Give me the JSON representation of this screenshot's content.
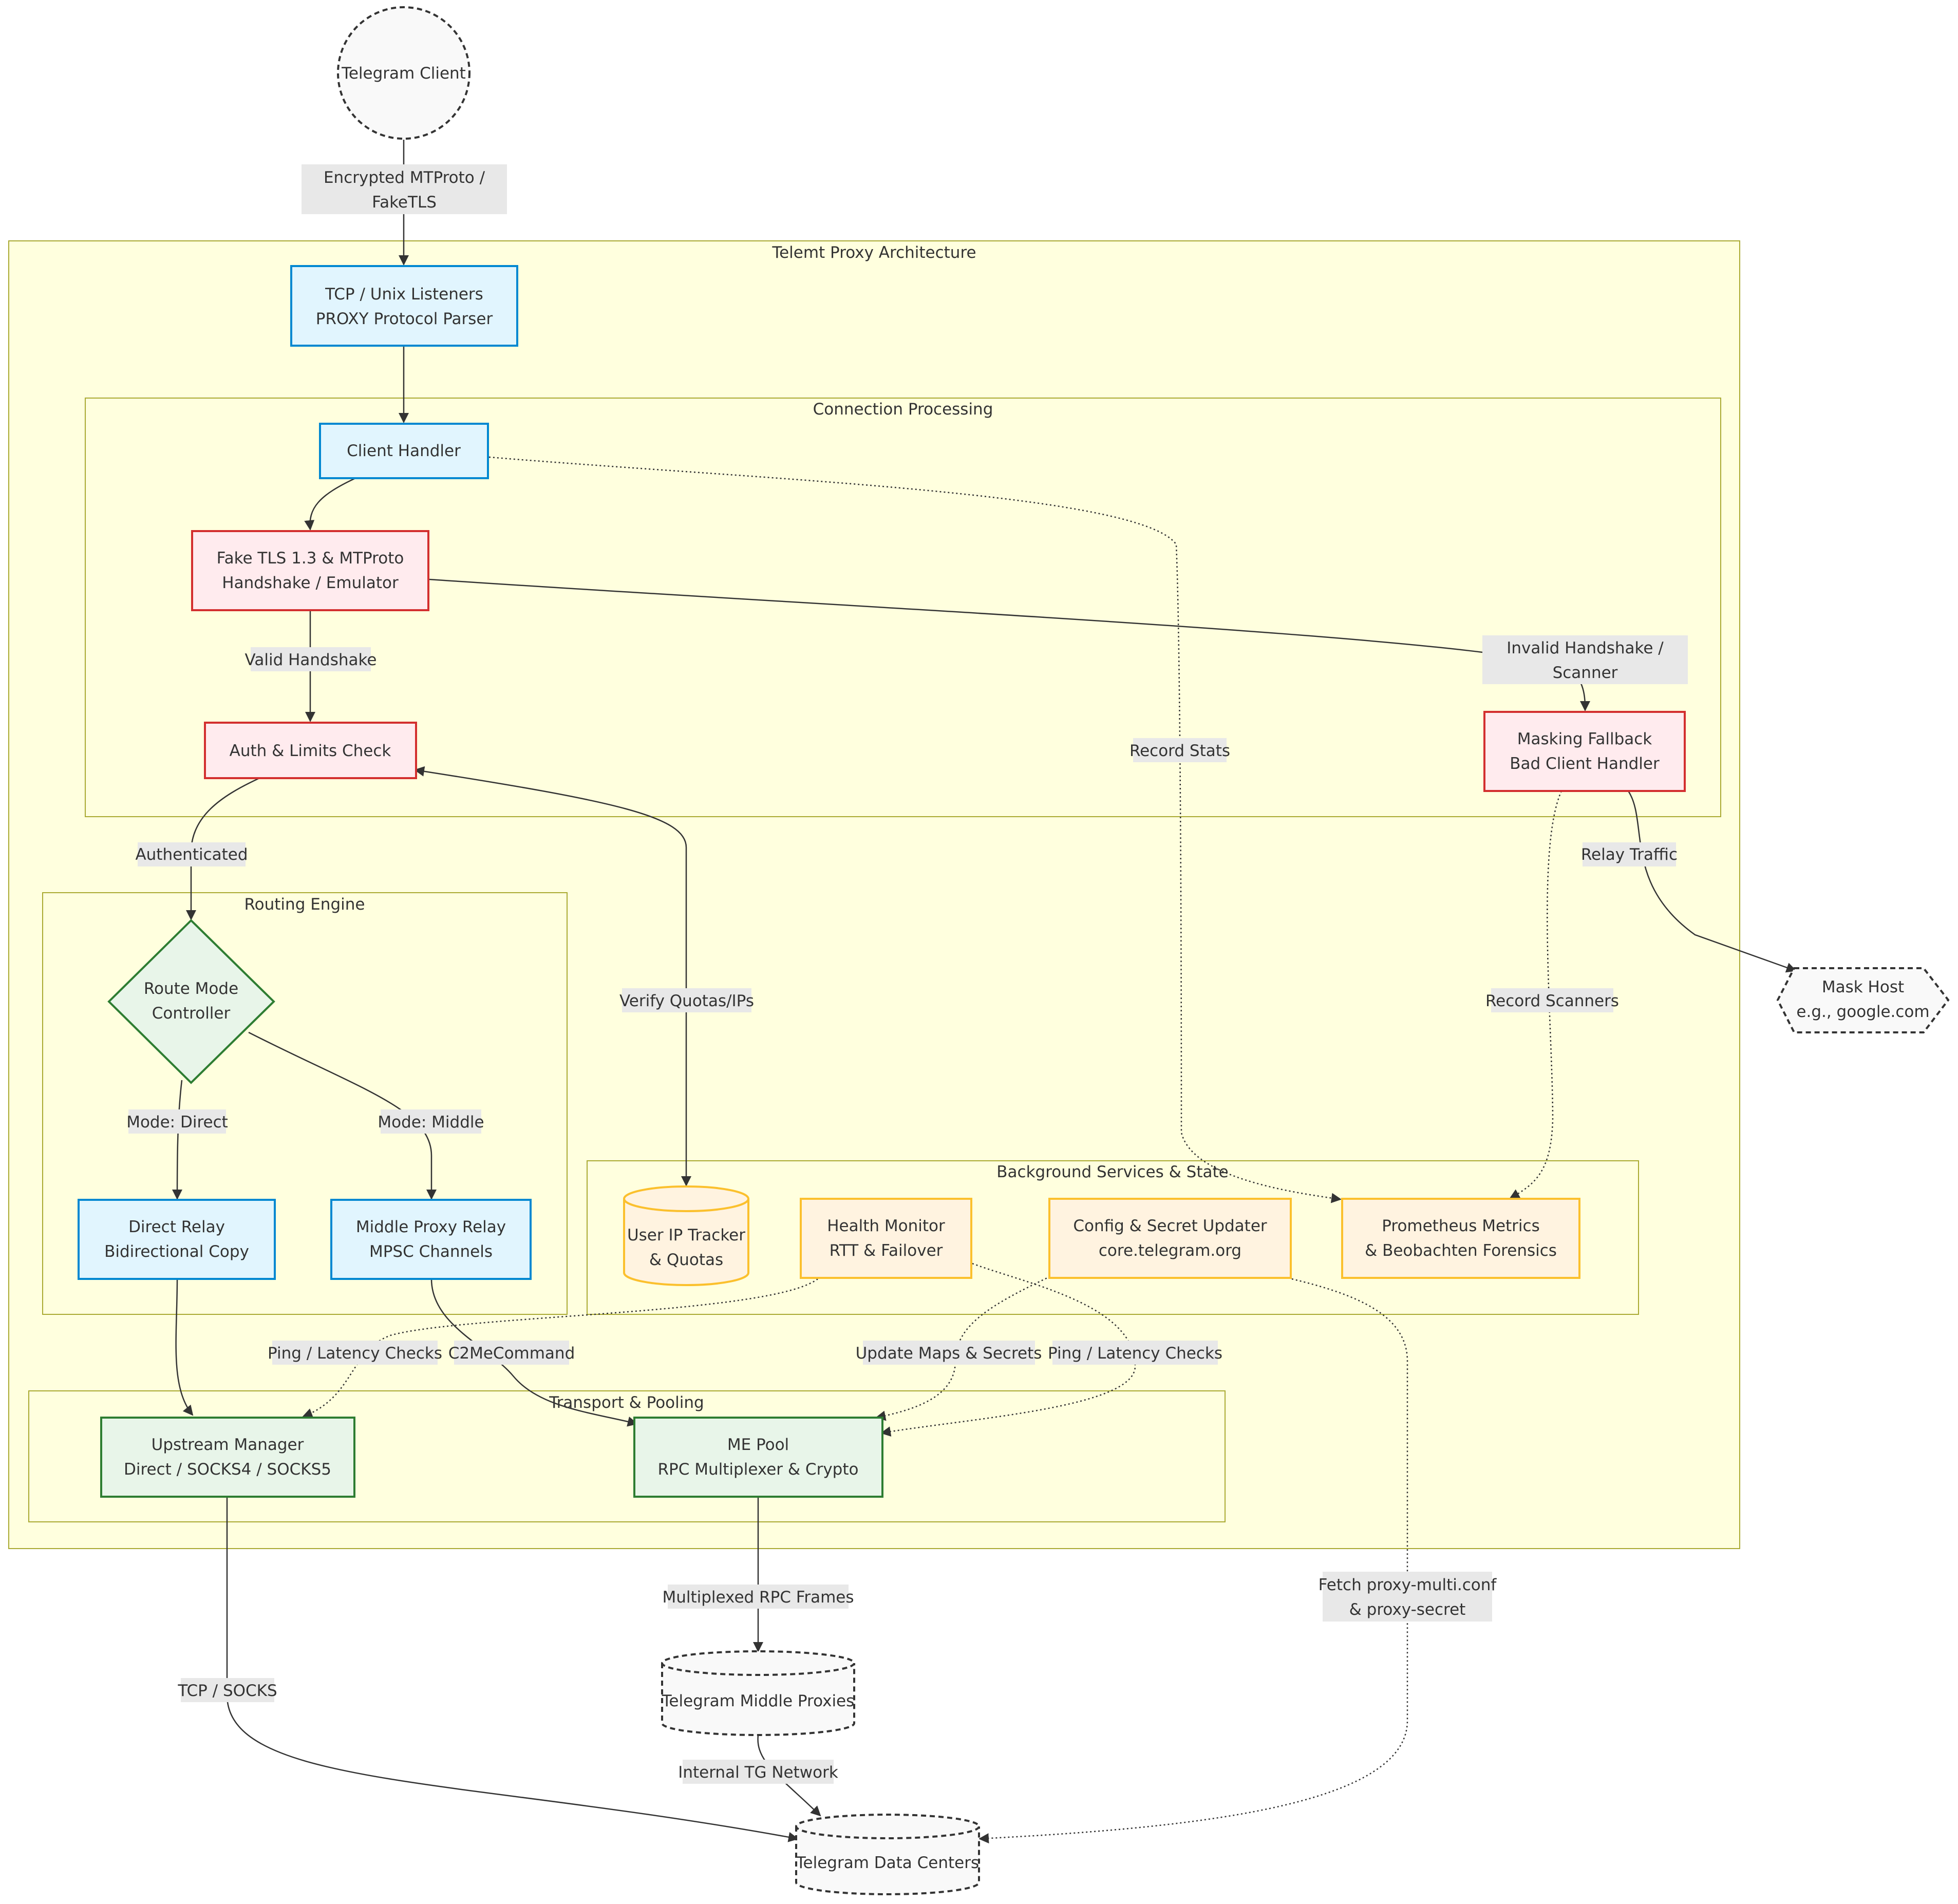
{
  "clusters": {
    "architecture": "Telemt Proxy Architecture",
    "connection": "Connection Processing",
    "routing": "Routing Engine",
    "background": "Background Services & State",
    "transport": "Transport & Pooling"
  },
  "nodes": {
    "telegram_client": [
      "Telegram Client"
    ],
    "listeners": [
      "TCP / Unix Listeners",
      "PROXY Protocol Parser"
    ],
    "client_handler": [
      "Client Handler"
    ],
    "fake_tls": [
      "Fake TLS 1.3 & MTProto",
      "Handshake / Emulator"
    ],
    "auth": [
      "Auth & Limits Check"
    ],
    "masking": [
      "Masking Fallback",
      "Bad Client Handler"
    ],
    "route_mode": [
      "Route Mode",
      "Controller"
    ],
    "direct_relay": [
      "Direct Relay",
      "Bidirectional Copy"
    ],
    "middle_relay": [
      "Middle Proxy Relay",
      "MPSC Channels"
    ],
    "ip_tracker": [
      "User IP Tracker",
      "& Quotas"
    ],
    "health": [
      "Health Monitor",
      "RTT & Failover"
    ],
    "config": [
      "Config & Secret Updater",
      "core.telegram.org"
    ],
    "prometheus": [
      "Prometheus Metrics",
      "& Beobachten Forensics"
    ],
    "upstream": [
      "Upstream Manager",
      "Direct / SOCKS4 / SOCKS5"
    ],
    "me_pool": [
      "ME Pool",
      "RPC Multiplexer & Crypto"
    ],
    "mask_host": [
      "Mask Host",
      "e.g., google.com"
    ],
    "middle_proxies": [
      "Telegram Middle Proxies"
    ],
    "data_centers": [
      "Telegram Data Centers"
    ]
  },
  "edges": {
    "encrypted": [
      "Encrypted MTProto /",
      "FakeTLS"
    ],
    "valid": [
      "Valid Handshake"
    ],
    "invalid": [
      "Invalid Handshake /",
      "Scanner"
    ],
    "record_stats": [
      "Record Stats"
    ],
    "authenticated": [
      "Authenticated"
    ],
    "verify": [
      "Verify Quotas/IPs"
    ],
    "relay_traffic": [
      "Relay Traffic"
    ],
    "record_scanners": [
      "Record Scanners"
    ],
    "mode_direct": [
      "Mode: Direct"
    ],
    "mode_middle": [
      "Mode: Middle"
    ],
    "ping_upstream": [
      "Ping / Latency Checks"
    ],
    "c2me": [
      "C2MeCommand"
    ],
    "update_maps": [
      "Update Maps & Secrets"
    ],
    "ping_me": [
      "Ping / Latency Checks"
    ],
    "multiplexed": [
      "Multiplexed RPC Frames"
    ],
    "fetch": [
      "Fetch proxy-multi.conf",
      "& proxy-secret"
    ],
    "tcp_socks": [
      "TCP / SOCKS"
    ],
    "internal": [
      "Internal TG Network"
    ]
  },
  "colors": {
    "cluster_fill": "#ffffde",
    "cluster_stroke": "#aaaa33",
    "blue_fill": "#e1f5fe",
    "blue_stroke": "#0288d1",
    "red_fill": "#ffebee",
    "red_stroke": "#d32f2f",
    "green_fill": "#e8f5e9",
    "green_stroke": "#2e7d32",
    "orange_fill": "#fff3e0",
    "orange_stroke": "#fbc02d",
    "external_fill": "#f9f9f9",
    "edge_label_bg": "#e8e8e8"
  }
}
